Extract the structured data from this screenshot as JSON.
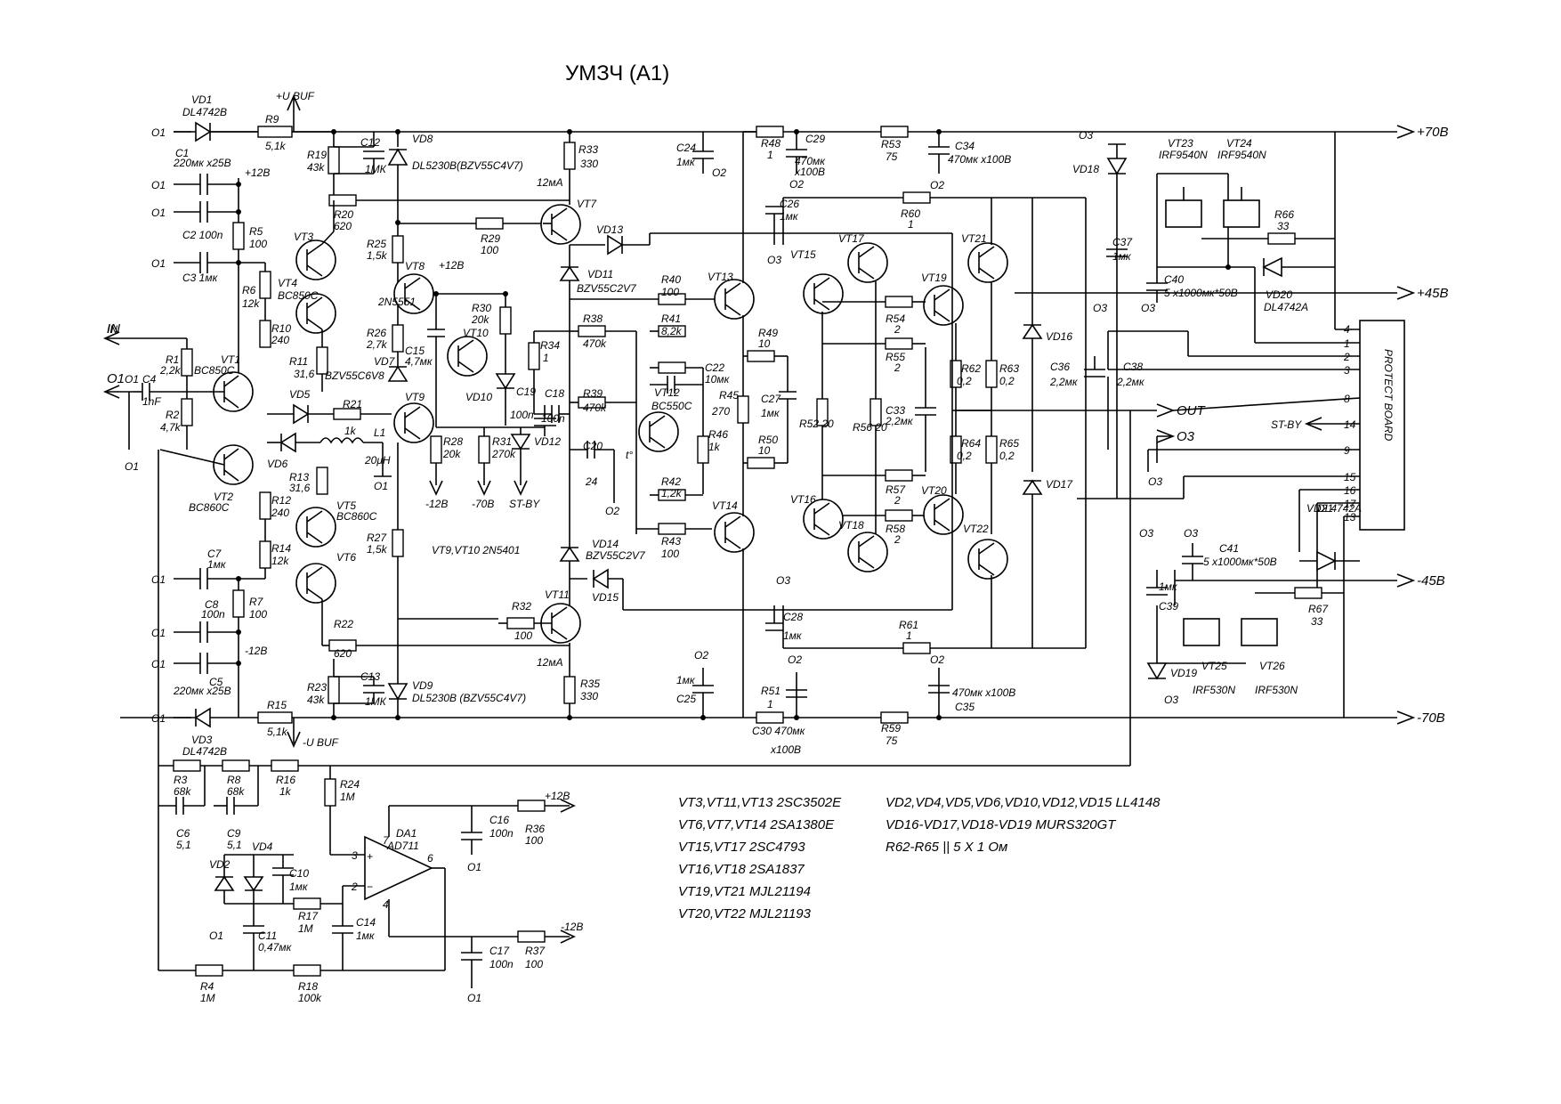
{
  "title": "УМЗЧ (А1)",
  "rails": {
    "p70": "+70В",
    "p45": "+45В",
    "m45": "-45В",
    "m70": "-70В",
    "out": "OUT",
    "o3": "О3",
    "in": "IN",
    "o1": "О1",
    "st_by": "ST-BY"
  },
  "protect_board": {
    "label": "PROTECT BOARD",
    "pins": [
      "4",
      "1",
      "2",
      "3",
      "8",
      "14",
      "9",
      "15",
      "16",
      "17",
      "13"
    ]
  },
  "notes": [
    "VT3,VT11,VT13 2SC3502E",
    "VT6,VT7,VT14 2SA1380E",
    "VT15,VT17 2SC4793",
    "VT16,VT18 2SA1837",
    "VT19,VT21 MJL21194",
    "VT20,VT22 MJL21193",
    "VD2,VD4,VD5,VD6,VD10,VD12,VD15 LL4148",
    "VD16-VD17,VD18-VD19 MURS320GT",
    "R62-R65  || 5 X 1 Ом",
    "VT9,VT10 2N5401"
  ],
  "labels": [
    {
      "id": "l1",
      "t": "VD1"
    },
    {
      "id": "l2",
      "t": "DL4742B"
    },
    {
      "id": "l3",
      "t": "+U BUF"
    },
    {
      "id": "l4",
      "t": "О1"
    },
    {
      "id": "l5",
      "t": "C1"
    },
    {
      "id": "l6",
      "t": "220мк х25В"
    },
    {
      "id": "l7",
      "t": "R9"
    },
    {
      "id": "l8",
      "t": "5,1k"
    },
    {
      "id": "l9",
      "t": "О1"
    },
    {
      "id": "l10",
      "t": "+12В"
    },
    {
      "id": "l11",
      "t": "О1"
    },
    {
      "id": "l12",
      "t": "C2  100n"
    },
    {
      "id": "l13",
      "t": "R5"
    },
    {
      "id": "l14",
      "t": "100"
    },
    {
      "id": "l15",
      "t": "О1"
    },
    {
      "id": "l16",
      "t": "C3  1мк"
    },
    {
      "id": "l17",
      "t": "R19"
    },
    {
      "id": "l18",
      "t": "43k"
    },
    {
      "id": "l19",
      "t": "C12"
    },
    {
      "id": "l20",
      "t": "1МК"
    },
    {
      "id": "l21",
      "t": "VD8"
    },
    {
      "id": "l22",
      "t": "DL5230B(BZV55C4V7)"
    },
    {
      "id": "l23",
      "t": "R20"
    },
    {
      "id": "l24",
      "t": "620"
    },
    {
      "id": "l25",
      "t": "VT3"
    },
    {
      "id": "l26",
      "t": "R6"
    },
    {
      "id": "l27",
      "t": "12k"
    },
    {
      "id": "l28",
      "t": "VT4"
    },
    {
      "id": "l29",
      "t": "BC850C"
    },
    {
      "id": "l30",
      "t": "R10"
    },
    {
      "id": "l31",
      "t": "240"
    },
    {
      "id": "l32",
      "t": "R11"
    },
    {
      "id": "l33",
      "t": "31,6"
    },
    {
      "id": "l34",
      "t": "IN"
    },
    {
      "id": "l35",
      "t": "R1"
    },
    {
      "id": "l36",
      "t": "2,2k"
    },
    {
      "id": "l37",
      "t": "VT1"
    },
    {
      "id": "l38",
      "t": "BC850C"
    },
    {
      "id": "l39",
      "t": "О1"
    },
    {
      "id": "l40",
      "t": "C4"
    },
    {
      "id": "l41",
      "t": "1nF"
    },
    {
      "id": "l42",
      "t": "R2"
    },
    {
      "id": "l43",
      "t": "4,7k"
    },
    {
      "id": "l44",
      "t": "О1"
    },
    {
      "id": "l45",
      "t": "VD5"
    },
    {
      "id": "l46",
      "t": "R21"
    },
    {
      "id": "l47",
      "t": "1k"
    },
    {
      "id": "l48",
      "t": "VD6"
    },
    {
      "id": "l49",
      "t": "L1"
    },
    {
      "id": "l50",
      "t": "20μH"
    },
    {
      "id": "l51",
      "t": "О1"
    },
    {
      "id": "l52",
      "t": "VT2"
    },
    {
      "id": "l53",
      "t": "BC860C"
    },
    {
      "id": "l54",
      "t": "R13"
    },
    {
      "id": "l55",
      "t": "31,6"
    },
    {
      "id": "l56",
      "t": "R12"
    },
    {
      "id": "l57",
      "t": "240"
    },
    {
      "id": "l58",
      "t": "VT5"
    },
    {
      "id": "l59",
      "t": "BC860C"
    },
    {
      "id": "l60",
      "t": "C7"
    },
    {
      "id": "l61",
      "t": "1мк"
    },
    {
      "id": "l62",
      "t": "R14"
    },
    {
      "id": "l63",
      "t": "12k"
    },
    {
      "id": "l64",
      "t": "VT6"
    },
    {
      "id": "l65",
      "t": "О1"
    },
    {
      "id": "l66",
      "t": "C8"
    },
    {
      "id": "l67",
      "t": "100n"
    },
    {
      "id": "l68",
      "t": "R7"
    },
    {
      "id": "l69",
      "t": "100"
    },
    {
      "id": "l70",
      "t": "О1"
    },
    {
      "id": "l71",
      "t": "О1"
    },
    {
      "id": "l72",
      "t": "-12В"
    },
    {
      "id": "l73",
      "t": "C5"
    },
    {
      "id": "l74",
      "t": "220мк х25В"
    },
    {
      "id": "l75",
      "t": "R22"
    },
    {
      "id": "l76",
      "t": "620"
    },
    {
      "id": "l77",
      "t": "R23"
    },
    {
      "id": "l78",
      "t": "43k"
    },
    {
      "id": "l79",
      "t": "C13"
    },
    {
      "id": "l80",
      "t": "1МК"
    },
    {
      "id": "l81",
      "t": "VD9"
    },
    {
      "id": "l82",
      "t": "DL5230B (BZV55C4V7)"
    },
    {
      "id": "l83",
      "t": "О1"
    },
    {
      "id": "l84",
      "t": "R15"
    },
    {
      "id": "l85",
      "t": "5,1k"
    },
    {
      "id": "l86",
      "t": "VD3"
    },
    {
      "id": "l87",
      "t": "DL4742B"
    },
    {
      "id": "l88",
      "t": "-U BUF"
    },
    {
      "id": "l89",
      "t": "R25"
    },
    {
      "id": "l90",
      "t": "1,5k"
    },
    {
      "id": "l91",
      "t": "R29"
    },
    {
      "id": "l92",
      "t": "100"
    },
    {
      "id": "l93",
      "t": "+12В"
    },
    {
      "id": "l94",
      "t": "VT8"
    },
    {
      "id": "l95",
      "t": "2N5551"
    },
    {
      "id": "l96",
      "t": "R30"
    },
    {
      "id": "l97",
      "t": "20k"
    },
    {
      "id": "l98",
      "t": "R26"
    },
    {
      "id": "l99",
      "t": "2,7k"
    },
    {
      "id": "l100",
      "t": "C15"
    },
    {
      "id": "l101",
      "t": "4,7мк"
    },
    {
      "id": "l102",
      "t": "VT10"
    },
    {
      "id": "l103",
      "t": "VD7"
    },
    {
      "id": "l104",
      "t": "BZV55C6V8"
    },
    {
      "id": "l105",
      "t": "VD10"
    },
    {
      "id": "l106",
      "t": "C19"
    },
    {
      "id": "l107",
      "t": "100n"
    },
    {
      "id": "l108",
      "t": "VT9"
    },
    {
      "id": "l109",
      "t": "R28"
    },
    {
      "id": "l110",
      "t": "20k"
    },
    {
      "id": "l111",
      "t": "R31"
    },
    {
      "id": "l112",
      "t": "270k"
    },
    {
      "id": "l113",
      "t": "VD12"
    },
    {
      "id": "l114",
      "t": "-12В"
    },
    {
      "id": "l115",
      "t": "-70В"
    },
    {
      "id": "l116",
      "t": "ST-BY"
    },
    {
      "id": "l117",
      "t": "R27"
    },
    {
      "id": "l118",
      "t": "1,5k"
    },
    {
      "id": "l119",
      "t": "R33"
    },
    {
      "id": "l120",
      "t": "330"
    },
    {
      "id": "l121",
      "t": "12мА"
    },
    {
      "id": "l122",
      "t": "VT7"
    },
    {
      "id": "l123",
      "t": "VD13"
    },
    {
      "id": "l124",
      "t": "VD11"
    },
    {
      "id": "l125",
      "t": "BZV55C2V7"
    },
    {
      "id": "l126",
      "t": "R34"
    },
    {
      "id": "l127",
      "t": "1"
    },
    {
      "id": "l128",
      "t": "R38"
    },
    {
      "id": "l129",
      "t": "470k"
    },
    {
      "id": "l130",
      "t": "C18"
    },
    {
      "id": "l131",
      "t": "100n"
    },
    {
      "id": "l132",
      "t": "R39"
    },
    {
      "id": "l133",
      "t": "470k"
    },
    {
      "id": "l134",
      "t": "C20"
    },
    {
      "id": "l135",
      "t": "24"
    },
    {
      "id": "l136",
      "t": "О2"
    },
    {
      "id": "l137",
      "t": "VD14"
    },
    {
      "id": "l138",
      "t": "BZV55C2V7"
    },
    {
      "id": "l139",
      "t": "VD15"
    },
    {
      "id": "l140",
      "t": "R32"
    },
    {
      "id": "l141",
      "t": "100"
    },
    {
      "id": "l142",
      "t": "VT11"
    },
    {
      "id": "l143",
      "t": "12мА"
    },
    {
      "id": "l144",
      "t": "R35"
    },
    {
      "id": "l145",
      "t": "330"
    },
    {
      "id": "l146",
      "t": "C24"
    },
    {
      "id": "l147",
      "t": "1мк"
    },
    {
      "id": "l148",
      "t": "О2"
    },
    {
      "id": "l149",
      "t": "R40"
    },
    {
      "id": "l150",
      "t": "100"
    },
    {
      "id": "l151",
      "t": "VT13"
    },
    {
      "id": "l152",
      "t": "R41"
    },
    {
      "id": "l153",
      "t": "8,2k"
    },
    {
      "id": "l154",
      "t": "C22"
    },
    {
      "id": "l155",
      "t": "10мк"
    },
    {
      "id": "l156",
      "t": "VT12"
    },
    {
      "id": "l157",
      "t": "BC550C"
    },
    {
      "id": "l158",
      "t": "R46"
    },
    {
      "id": "l159",
      "t": "1k"
    },
    {
      "id": "l160",
      "t": "t°"
    },
    {
      "id": "l161",
      "t": "R42"
    },
    {
      "id": "l162",
      "t": "1,2k"
    },
    {
      "id": "l163",
      "t": "R43"
    },
    {
      "id": "l164",
      "t": "100"
    },
    {
      "id": "l165",
      "t": "VT14"
    },
    {
      "id": "l166",
      "t": "R45"
    },
    {
      "id": "l167",
      "t": "270"
    },
    {
      "id": "l168",
      "t": "О2"
    },
    {
      "id": "l169",
      "t": "1мк"
    },
    {
      "id": "l170",
      "t": "C25"
    },
    {
      "id": "l171",
      "t": "R48"
    },
    {
      "id": "l172",
      "t": "1"
    },
    {
      "id": "l173",
      "t": "C29"
    },
    {
      "id": "l174",
      "t": "470мк"
    },
    {
      "id": "l175",
      "t": "х100В"
    },
    {
      "id": "l176",
      "t": "О2"
    },
    {
      "id": "l177",
      "t": "C26"
    },
    {
      "id": "l178",
      "t": "1мк"
    },
    {
      "id": "l179",
      "t": "О3"
    },
    {
      "id": "l180",
      "t": "R49"
    },
    {
      "id": "l181",
      "t": "10"
    },
    {
      "id": "l182",
      "t": "C27"
    },
    {
      "id": "l183",
      "t": "1мк"
    },
    {
      "id": "l184",
      "t": "R50"
    },
    {
      "id": "l185",
      "t": "10"
    },
    {
      "id": "l186",
      "t": "О3"
    },
    {
      "id": "l187",
      "t": "C28"
    },
    {
      "id": "l188",
      "t": "1мк"
    },
    {
      "id": "l189",
      "t": "О2"
    },
    {
      "id": "l190",
      "t": "R51"
    },
    {
      "id": "l191",
      "t": "1"
    },
    {
      "id": "l192",
      "t": "C30  470мк"
    },
    {
      "id": "l193",
      "t": "х100В"
    },
    {
      "id": "l194",
      "t": "R53"
    },
    {
      "id": "l195",
      "t": "75"
    },
    {
      "id": "l196",
      "t": "C34"
    },
    {
      "id": "l197",
      "t": "470мк  х100В"
    },
    {
      "id": "l198",
      "t": "О2"
    },
    {
      "id": "l199",
      "t": "VT15"
    },
    {
      "id": "l200",
      "t": "VT17"
    },
    {
      "id": "l201",
      "t": "R60"
    },
    {
      "id": "l202",
      "t": "1"
    },
    {
      "id": "l203",
      "t": "VT21"
    },
    {
      "id": "l204",
      "t": "VT19"
    },
    {
      "id": "l205",
      "t": "R54"
    },
    {
      "id": "l206",
      "t": "2"
    },
    {
      "id": "l207",
      "t": "R55"
    },
    {
      "id": "l208",
      "t": "2"
    },
    {
      "id": "l209",
      "t": "R62"
    },
    {
      "id": "l210",
      "t": "0,2"
    },
    {
      "id": "l211",
      "t": "R63"
    },
    {
      "id": "l212",
      "t": "0,2"
    },
    {
      "id": "l213",
      "t": "R52  20"
    },
    {
      "id": "l214",
      "t": "R56  20"
    },
    {
      "id": "l215",
      "t": "C33"
    },
    {
      "id": "l216",
      "t": "2,2мк"
    },
    {
      "id": "l217",
      "t": "R64"
    },
    {
      "id": "l218",
      "t": "0,2"
    },
    {
      "id": "l219",
      "t": "R65"
    },
    {
      "id": "l220",
      "t": "0,2"
    },
    {
      "id": "l221",
      "t": "VT16"
    },
    {
      "id": "l222",
      "t": "VT18"
    },
    {
      "id": "l223",
      "t": "R57"
    },
    {
      "id": "l224",
      "t": "2"
    },
    {
      "id": "l225",
      "t": "VT20"
    },
    {
      "id": "l226",
      "t": "R58"
    },
    {
      "id": "l227",
      "t": "2"
    },
    {
      "id": "l228",
      "t": "VT22"
    },
    {
      "id": "l229",
      "t": "R61"
    },
    {
      "id": "l230",
      "t": "1"
    },
    {
      "id": "l231",
      "t": "О2"
    },
    {
      "id": "l232",
      "t": "470мк  х100В"
    },
    {
      "id": "l233",
      "t": "C35"
    },
    {
      "id": "l234",
      "t": "R59"
    },
    {
      "id": "l235",
      "t": "75"
    },
    {
      "id": "l236",
      "t": "О3"
    },
    {
      "id": "l237",
      "t": "VD18"
    },
    {
      "id": "l238",
      "t": "VD16"
    },
    {
      "id": "l239",
      "t": "VD17"
    },
    {
      "id": "l240",
      "t": "C37"
    },
    {
      "id": "l241",
      "t": "1мк"
    },
    {
      "id": "l242",
      "t": "О3"
    },
    {
      "id": "l243",
      "t": "C36"
    },
    {
      "id": "l244",
      "t": "2,2мк"
    },
    {
      "id": "l245",
      "t": "C38"
    },
    {
      "id": "l246",
      "t": "2,2мк"
    },
    {
      "id": "l247",
      "t": "VT23"
    },
    {
      "id": "l248",
      "t": "IRF9540N"
    },
    {
      "id": "l249",
      "t": "VT24"
    },
    {
      "id": "l250",
      "t": "IRF9540N"
    },
    {
      "id": "l251",
      "t": "R66"
    },
    {
      "id": "l252",
      "t": "33"
    },
    {
      "id": "l253",
      "t": "C40"
    },
    {
      "id": "l254",
      "t": "5 х1000мк*50В"
    },
    {
      "id": "l255",
      "t": "О3"
    },
    {
      "id": "l256",
      "t": "VD20"
    },
    {
      "id": "l257",
      "t": "DL4742A"
    },
    {
      "id": "l258",
      "t": "О3"
    },
    {
      "id": "l259",
      "t": "О3"
    },
    {
      "id": "l260",
      "t": "VD21"
    },
    {
      "id": "l261",
      "t": "DL4742A"
    },
    {
      "id": "l262",
      "t": "C41"
    },
    {
      "id": "l263",
      "t": "5 х1000мк*50В"
    },
    {
      "id": "l264",
      "t": "1мк"
    },
    {
      "id": "l265",
      "t": "C39"
    },
    {
      "id": "l266",
      "t": "R67"
    },
    {
      "id": "l267",
      "t": "33"
    },
    {
      "id": "l268",
      "t": "VD19"
    },
    {
      "id": "l269",
      "t": "О3"
    },
    {
      "id": "l270",
      "t": "VT25"
    },
    {
      "id": "l271",
      "t": "IRF530N"
    },
    {
      "id": "l272",
      "t": "VT26"
    },
    {
      "id": "l273",
      "t": "IRF530N"
    },
    {
      "id": "l274",
      "t": "R3"
    },
    {
      "id": "l275",
      "t": "68k"
    },
    {
      "id": "l276",
      "t": "R8"
    },
    {
      "id": "l277",
      "t": "68k"
    },
    {
      "id": "l278",
      "t": "R16"
    },
    {
      "id": "l279",
      "t": "1k"
    },
    {
      "id": "l280",
      "t": "R24"
    },
    {
      "id": "l281",
      "t": "1M"
    },
    {
      "id": "l282",
      "t": "C6"
    },
    {
      "id": "l283",
      "t": "5,1"
    },
    {
      "id": "l284",
      "t": "C9"
    },
    {
      "id": "l285",
      "t": "5,1"
    },
    {
      "id": "l286",
      "t": "VD2"
    },
    {
      "id": "l287",
      "t": "VD4"
    },
    {
      "id": "l288",
      "t": "C10"
    },
    {
      "id": "l289",
      "t": "1мк"
    },
    {
      "id": "l290",
      "t": "DA1"
    },
    {
      "id": "l291",
      "t": "AD711"
    },
    {
      "id": "l292",
      "t": "C16"
    },
    {
      "id": "l293",
      "t": "100n"
    },
    {
      "id": "l294",
      "t": "О1"
    },
    {
      "id": "l295",
      "t": "R36"
    },
    {
      "id": "l296",
      "t": "100"
    },
    {
      "id": "l297",
      "t": "+12В"
    },
    {
      "id": "l298",
      "t": "О1"
    },
    {
      "id": "l299",
      "t": "R17"
    },
    {
      "id": "l300",
      "t": "1M"
    },
    {
      "id": "l301",
      "t": "C14"
    },
    {
      "id": "l302",
      "t": "1мк"
    },
    {
      "id": "l303",
      "t": "C11"
    },
    {
      "id": "l304",
      "t": "0,47мк"
    },
    {
      "id": "l305",
      "t": "R4"
    },
    {
      "id": "l306",
      "t": "1M"
    },
    {
      "id": "l307",
      "t": "R18"
    },
    {
      "id": "l308",
      "t": "100k"
    },
    {
      "id": "l309",
      "t": "C17"
    },
    {
      "id": "l310",
      "t": "100n"
    },
    {
      "id": "l311",
      "t": "R37"
    },
    {
      "id": "l312",
      "t": "100"
    },
    {
      "id": "l313",
      "t": "-12В"
    },
    {
      "id": "l314",
      "t": "О1"
    },
    {
      "id": "l315",
      "t": "3"
    },
    {
      "id": "l316",
      "t": "2"
    },
    {
      "id": "l317",
      "t": "7"
    },
    {
      "id": "l318",
      "t": "4"
    },
    {
      "id": "l319",
      "t": "6"
    },
    {
      "id": "l320",
      "t": "+"
    },
    {
      "id": "l321",
      "t": "−"
    }
  ]
}
